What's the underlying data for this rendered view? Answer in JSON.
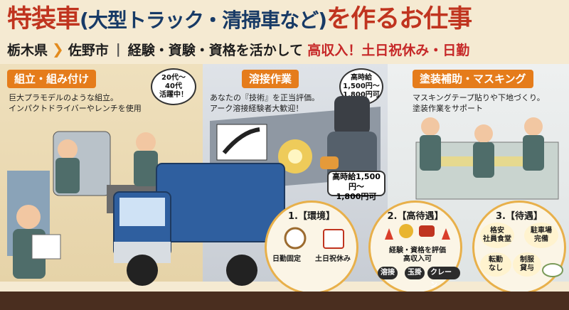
{
  "title": {
    "part1": "特装車",
    "part2": "(大型トラック・清掃車など)",
    "part3": "を作るお仕事"
  },
  "location": {
    "prefecture": "栃木県",
    "city": "佐野市",
    "tagline_plain": "経験・資験・資格を活かして",
    "tagline_highlight": "高収入！土日祝休み・日勤"
  },
  "panels": {
    "assembly": {
      "label": "組立・組み付け",
      "desc_line1": "巨大プラモデルのような組立。",
      "desc_line2": "インパクトドライバーやレンチを使用",
      "bubble_line1": "20代～",
      "bubble_line2": "40代",
      "bubble_line3": "活躍中！"
    },
    "welding": {
      "label": "溶接作業",
      "desc_line1": "あなたの『技術』を正当評価。",
      "desc_line2": "アーク溶接経験者大歓迎！",
      "bubble_line1": "高時給",
      "bubble_line2": "1,500円～",
      "bubble_line3": "1,800円可",
      "price_line1": "高時給1,500円～",
      "price_line2": "1,800円可"
    },
    "painting": {
      "label": "塗装補助・マスキング",
      "desc_line1": "マスキングテープ貼りや下地づくり。",
      "desc_line2": "塗装作業をサポート"
    }
  },
  "benefits": {
    "environment": {
      "title": "1.【環境】",
      "item1": "日勤固定",
      "item2": "土日祝休み"
    },
    "treatment": {
      "title": "2.【高待遇】",
      "line1": "経験・資格を評価",
      "line2": "高収入可",
      "chip1": "溶接",
      "chip2": "玉掛",
      "chip3": "クレーン"
    },
    "perks": {
      "title": "3.【待遇】",
      "item1_l1": "格安",
      "item1_l2": "社員食堂",
      "item2_l1": "駐車場",
      "item2_l2": "完備",
      "item3_l1": "転勤",
      "item3_l2": "なし",
      "item4_l1": "制服",
      "item4_l2": "貸与"
    }
  },
  "colors": {
    "title_red": "#c0341f",
    "title_navy": "#173a66",
    "tag_orange": "#e57c1b",
    "highlight_red": "#c62828",
    "truck_blue": "#2f5f9f"
  }
}
